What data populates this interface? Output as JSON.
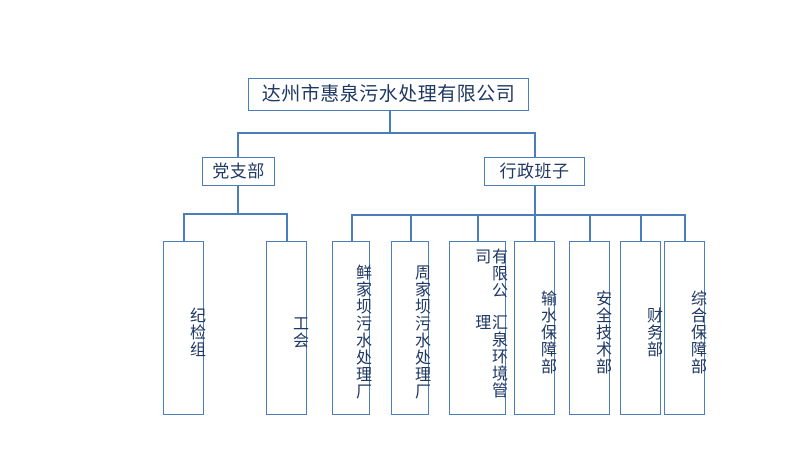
{
  "chart": {
    "type": "org-chart",
    "title": "达州市惠泉污水处理有限公司",
    "colors": {
      "border": "#4a7ebb",
      "text": "#1f3864",
      "background": "#ffffff"
    },
    "levels": {
      "root": {
        "label": "达州市惠泉污水处理有限公司"
      },
      "mid": [
        {
          "label": "党支部"
        },
        {
          "label": "行政班子"
        }
      ],
      "leaves_party": [
        {
          "label": "纪检组"
        },
        {
          "label": "工会"
        }
      ],
      "leaves_admin": [
        {
          "label": "鲜家坝污水处理厂"
        },
        {
          "label": "周家坝污水处理厂"
        },
        {
          "label": "汇泉环境管理",
          "label2": "有限公司"
        },
        {
          "label": "输水保障部"
        },
        {
          "label": "安全技术部"
        },
        {
          "label": "财务部"
        },
        {
          "label": "综合保障部"
        }
      ]
    }
  }
}
